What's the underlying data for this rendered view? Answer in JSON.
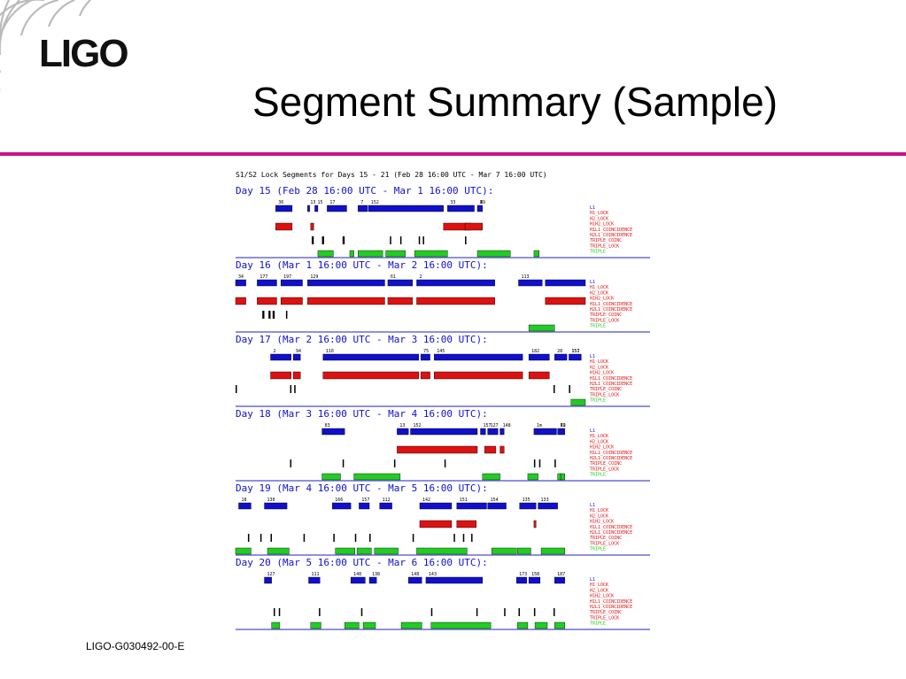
{
  "slide": {
    "logo_text": "LIGO",
    "title": "Segment Summary (Sample)",
    "footer": "LIGO-G030492-00-E",
    "accent_color": "#cc1188"
  },
  "chart_data": {
    "type": "segment-timeline",
    "header": "S1/S2 Lock Segments for Days 15 - 21 (Feb 28 16:00 UTC - Mar 7 16:00 UTC)",
    "time_range_hours": [
      0,
      24
    ],
    "tracks": [
      {
        "name": "H1",
        "color": "#1010cc"
      },
      {
        "name": "H2",
        "color": "#dd1111"
      },
      {
        "name": "L1",
        "color": "#000000"
      },
      {
        "name": "Triple",
        "color": "#22cc22"
      }
    ],
    "legend": [
      {
        "text": "L1",
        "color": "#1010cc"
      },
      {
        "text": "H1_LOCK",
        "color": "#dd1111"
      },
      {
        "text": "H2_LOCK",
        "color": "#dd1111"
      },
      {
        "text": "H1H2_LOCK",
        "color": "#dd1111"
      },
      {
        "text": "H1L1_COINCIDENCE",
        "color": "#dd1111"
      },
      {
        "text": "H2L1_COINCIDENCE",
        "color": "#dd1111"
      },
      {
        "text": "TRIPLE_COINC",
        "color": "#dd1111"
      },
      {
        "text": "TRIPLE_LOCK",
        "color": "#dd1111"
      },
      {
        "text": "TRIPLE",
        "color": "#22cc22"
      }
    ],
    "days": [
      {
        "label": "Day 15 (Feb 28 16:00 UTC - Mar 1 16:00 UTC):",
        "marks": [
          "36",
          "13",
          "15",
          "17",
          "7",
          "152",
          "33",
          "2",
          "1",
          "6",
          "19"
        ],
        "segments": {
          "H1": [
            [
              3.9,
              5.5
            ],
            [
              7.0,
              7.2
            ],
            [
              7.7,
              8.0
            ],
            [
              8.9,
              10.8
            ],
            [
              11.9,
              12.8
            ],
            [
              12.9,
              20.2
            ],
            [
              20.6,
              23.2
            ],
            [
              23.5,
              24.0
            ]
          ],
          "H2": [
            [
              3.9,
              5.5
            ],
            [
              7.3,
              7.6
            ],
            [
              20.2,
              22.9
            ],
            [
              22.3,
              24.0
            ]
          ],
          "L1": [
            [
              7.4,
              7.6
            ],
            [
              8.4,
              8.6
            ],
            [
              10.4,
              10.6
            ],
            [
              15.0,
              15.1
            ],
            [
              16.0,
              16.1
            ],
            [
              17.8,
              17.9
            ],
            [
              18.2,
              18.3
            ],
            [
              22.3,
              22.4
            ]
          ],
          "Triple": [
            [
              8.0,
              9.5
            ],
            [
              11.1,
              11.5
            ],
            [
              11.9,
              14.3
            ],
            [
              14.6,
              16.5
            ],
            [
              17.4,
              20.6
            ],
            [
              23.5,
              26.7
            ],
            [
              29.0,
              29.5
            ]
          ]
        }
      },
      {
        "label": "Day 16 (Mar 1 16:00 UTC - Mar 2 16:00 UTC):",
        "marks": [
          "34",
          "177",
          "197",
          "129",
          "61",
          "2",
          "113"
        ],
        "segments": {
          "H1": [
            [
              0.0,
              1.0
            ],
            [
              2.1,
              4.0
            ],
            [
              4.4,
              6.5
            ],
            [
              7.0,
              14.5
            ],
            [
              14.8,
              17.2
            ],
            [
              17.6,
              25.2
            ],
            [
              27.5,
              29.8
            ],
            [
              30.1,
              34.1
            ]
          ],
          "H2": [
            [
              0.0,
              1.0
            ],
            [
              2.1,
              4.0
            ],
            [
              4.4,
              6.5
            ],
            [
              7.0,
              14.5
            ],
            [
              14.8,
              17.2
            ],
            [
              17.6,
              25.2
            ],
            [
              30.1,
              34.1
            ]
          ],
          "L1": [
            [
              2.6,
              2.8
            ],
            [
              3.2,
              3.4
            ],
            [
              3.6,
              3.8
            ],
            [
              4.9,
              5.0
            ]
          ],
          "Triple": [
            [
              28.5,
              31.0
            ]
          ]
        }
      },
      {
        "label": "Day 17 (Mar 2 16:00 UTC - Mar 3 16:00 UTC):",
        "marks": [
          "2",
          "94",
          "110",
          "75",
          "145",
          "182",
          "28",
          "151",
          "157"
        ],
        "segments": {
          "H1": [
            [
              3.4,
              5.4
            ],
            [
              5.6,
              6.3
            ],
            [
              8.5,
              17.8
            ],
            [
              18.0,
              18.9
            ],
            [
              19.3,
              27.9
            ],
            [
              28.5,
              30.5
            ],
            [
              31.0,
              32.2
            ],
            [
              32.4,
              33.6
            ]
          ],
          "H2": [
            [
              3.4,
              5.4
            ],
            [
              5.6,
              6.3
            ],
            [
              8.5,
              17.8
            ],
            [
              18.0,
              18.9
            ],
            [
              19.3,
              27.9
            ],
            [
              28.5,
              30.5
            ]
          ],
          "L1": [
            [
              0.0,
              0.1
            ],
            [
              5.3,
              5.4
            ],
            [
              5.7,
              5.8
            ],
            [
              30.9,
              31.0
            ],
            [
              32.4,
              32.5
            ]
          ],
          "Triple": [
            [
              32.6,
              34.0
            ]
          ]
        }
      },
      {
        "label": "Day 18 (Mar 3 16:00 UTC - Mar 4 16:00 UTC):",
        "marks": [
          "83",
          "13",
          "152",
          "157",
          "127",
          "148",
          "1m",
          "7",
          "72",
          "69"
        ],
        "segments": {
          "H1": [
            [
              8.4,
              10.6
            ],
            [
              15.7,
              16.8
            ],
            [
              17.0,
              23.5
            ],
            [
              23.8,
              24.3
            ],
            [
              24.5,
              25.5
            ],
            [
              25.7,
              26.1
            ],
            [
              29.0,
              31.2
            ],
            [
              31.3,
              32.0
            ]
          ],
          "H2": [
            [
              15.7,
              23.5
            ],
            [
              24.2,
              25.3
            ],
            [
              25.7,
              26.1
            ]
          ],
          "L1": [
            [
              5.3,
              5.4
            ],
            [
              10.4,
              10.5
            ],
            [
              15.4,
              15.5
            ],
            [
              20.3,
              20.4
            ],
            [
              29.0,
              29.1
            ],
            [
              29.5,
              29.6
            ],
            [
              31.0,
              31.1
            ]
          ],
          "Triple": [
            [
              8.4,
              10.2
            ],
            [
              11.5,
              16.0
            ],
            [
              24.0,
              25.7
            ],
            [
              28.4,
              29.4
            ],
            [
              31.3,
              31.6
            ],
            [
              31.6,
              32.0
            ]
          ]
        }
      },
      {
        "label": "Day 19 (Mar 4 16:00 UTC - Mar 5 16:00 UTC):",
        "marks": [
          "18",
          "130",
          "166",
          "157",
          "112",
          "142",
          "151",
          "154",
          "135",
          "133"
        ],
        "segments": {
          "H1": [
            [
              0.3,
              1.5
            ],
            [
              2.8,
              5.0
            ],
            [
              9.4,
              11.2
            ],
            [
              12.0,
              13.0
            ],
            [
              14.0,
              15.2
            ],
            [
              17.9,
              21.0
            ],
            [
              21.5,
              24.4
            ],
            [
              24.5,
              26.3
            ],
            [
              27.6,
              29.2
            ],
            [
              29.4,
              31.3
            ]
          ],
          "H2": [
            [
              17.9,
              21.0
            ],
            [
              21.5,
              23.4
            ],
            [
              29.0,
              29.2
            ]
          ],
          "L1": [
            [
              1.2,
              1.3
            ],
            [
              2.4,
              2.5
            ],
            [
              3.4,
              3.5
            ],
            [
              6.6,
              6.7
            ],
            [
              9.5,
              9.6
            ],
            [
              11.6,
              11.7
            ],
            [
              13.0,
              13.1
            ],
            [
              17.2,
              17.3
            ],
            [
              21.2,
              21.3
            ],
            [
              22.1,
              22.2
            ],
            [
              22.9,
              23.0
            ]
          ],
          "Triple": [
            [
              0.0,
              1.5
            ],
            [
              3.1,
              5.2
            ],
            [
              9.7,
              11.6
            ],
            [
              11.8,
              13.2
            ],
            [
              13.5,
              15.8
            ],
            [
              17.6,
              22.5
            ],
            [
              24.9,
              27.3
            ],
            [
              27.4,
              28.7
            ],
            [
              29.7,
              32.0
            ]
          ]
        }
      },
      {
        "label": "Day 20 (Mar 5 16:00 UTC - Mar 6 16:00 UTC):",
        "marks": [
          "127",
          "111",
          "148",
          "138",
          "148",
          "143",
          "173",
          "158",
          "187"
        ],
        "segments": {
          "H1": [
            [
              2.8,
              3.5
            ],
            [
              7.1,
              8.2
            ],
            [
              11.2,
              12.6
            ],
            [
              13.0,
              13.7
            ],
            [
              16.8,
              18.1
            ],
            [
              18.5,
              24.0
            ],
            [
              27.3,
              28.3
            ],
            [
              28.5,
              29.6
            ],
            [
              31.0,
              32.0
            ]
          ],
          "H2": [],
          "L1": [
            [
              3.7,
              3.8
            ],
            [
              4.2,
              4.3
            ],
            [
              8.1,
              8.2
            ],
            [
              12.2,
              12.3
            ],
            [
              19.0,
              19.1
            ],
            [
              23.4,
              23.5
            ],
            [
              26.1,
              26.2
            ],
            [
              27.5,
              27.6
            ],
            [
              29.0,
              29.1
            ],
            [
              30.9,
              31.0
            ]
          ],
          "Triple": [
            [
              3.5,
              4.3
            ],
            [
              7.3,
              8.3
            ],
            [
              10.6,
              12.0
            ],
            [
              12.4,
              13.6
            ],
            [
              16.1,
              18.1
            ],
            [
              19.0,
              24.8
            ],
            [
              27.4,
              28.4
            ],
            [
              29.1,
              30.3
            ],
            [
              31.0,
              32.0
            ]
          ]
        }
      }
    ]
  }
}
